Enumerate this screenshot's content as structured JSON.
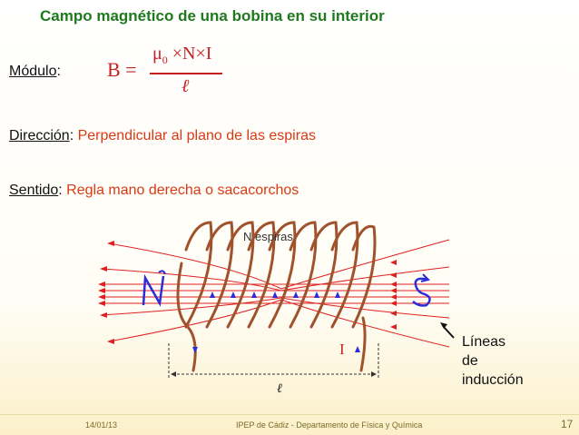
{
  "title": "Campo magnético de una bobina en su interior",
  "modulo": {
    "label": "Módulo",
    "sep": ":",
    "lhs": "B =",
    "numerator_mu": "μ",
    "numerator_sub": "0",
    "numerator_rest": " ×N×I",
    "denominator": "ℓ"
  },
  "direccion": {
    "label": "Dirección",
    "sep": ": ",
    "value": "Perpendicular al plano de las espiras"
  },
  "sentido": {
    "label": "Sentido",
    "sep": ": ",
    "value": "Regla mano derecha o sacacorchos"
  },
  "figure": {
    "espiras_label": "N espiras",
    "north": "N",
    "south": "S",
    "current": "I",
    "length": "ℓ",
    "coil_color": "#a0522d",
    "field_color": "#e02020",
    "pole_color": "#2c2cd8"
  },
  "lineas_label": [
    "Líneas",
    "de",
    "inducción"
  ],
  "footer": {
    "date": "14/01/13",
    "institution": "IPEP de Cádiz - Departamento de Física y Química",
    "page": "17"
  }
}
